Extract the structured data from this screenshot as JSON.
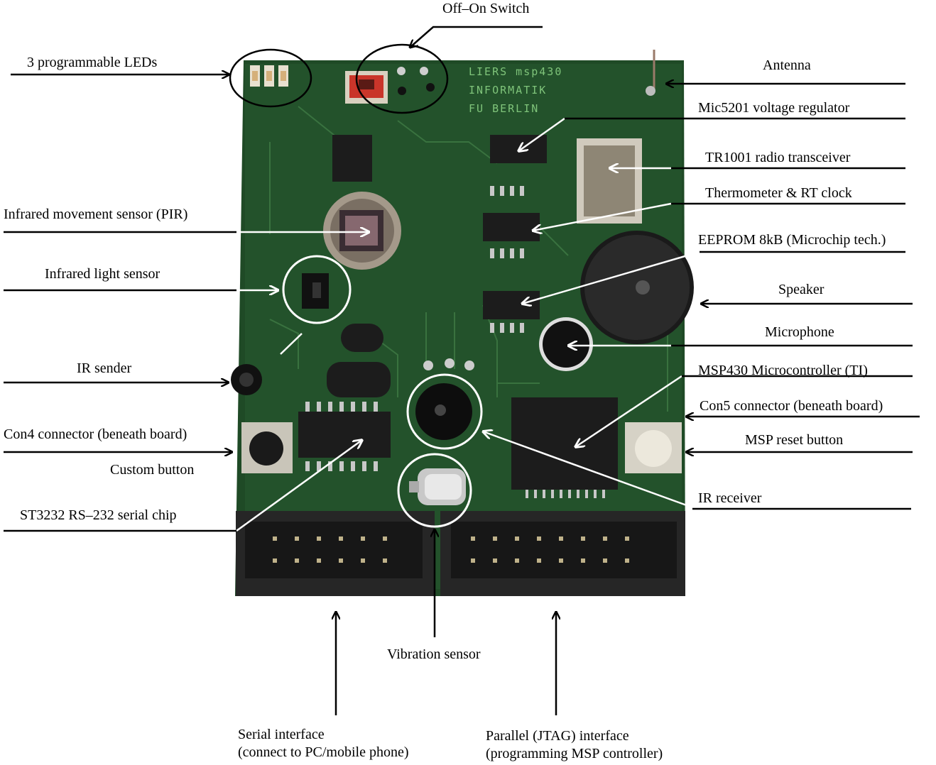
{
  "labels": {
    "off_on_switch": "Off–On Switch",
    "leds": "3 programmable LEDs",
    "antenna": "Antenna",
    "regulator": "Mic5201 voltage regulator",
    "transceiver": "TR1001 radio transceiver",
    "thermometer": "Thermometer & RT clock",
    "pir": "Infrared movement sensor (PIR)",
    "eeprom": "EEPROM 8kB (Microchip tech.)",
    "ir_light": "Infrared light sensor",
    "speaker": "Speaker",
    "microphone": "Microphone",
    "ir_sender": "IR sender",
    "msp430": "MSP430 Microcontroller (TI)",
    "con5": "Con5 connector (beneath board)",
    "con4": "Con4 connector (beneath board)",
    "msp_reset": "MSP reset button",
    "custom_button": "Custom button",
    "ir_receiver": "IR receiver",
    "st3232": "ST3232 RS–232 serial chip",
    "vibration": "Vibration sensor",
    "serial_line1": "Serial interface",
    "serial_line2": "(connect to PC/mobile phone)",
    "parallel_line1": "Parallel (JTAG) interface",
    "parallel_line2": "(programming MSP controller)"
  },
  "board_text": {
    "line1": "LIERS msp430",
    "line2": "INFORMATIK",
    "line3": "FU BERLIN"
  },
  "colors": {
    "pcb": "#1f4a26",
    "pcb_dark": "#173a1d",
    "chip": "#1c1c1c",
    "header": "#262626",
    "switch": "#c9352a"
  }
}
